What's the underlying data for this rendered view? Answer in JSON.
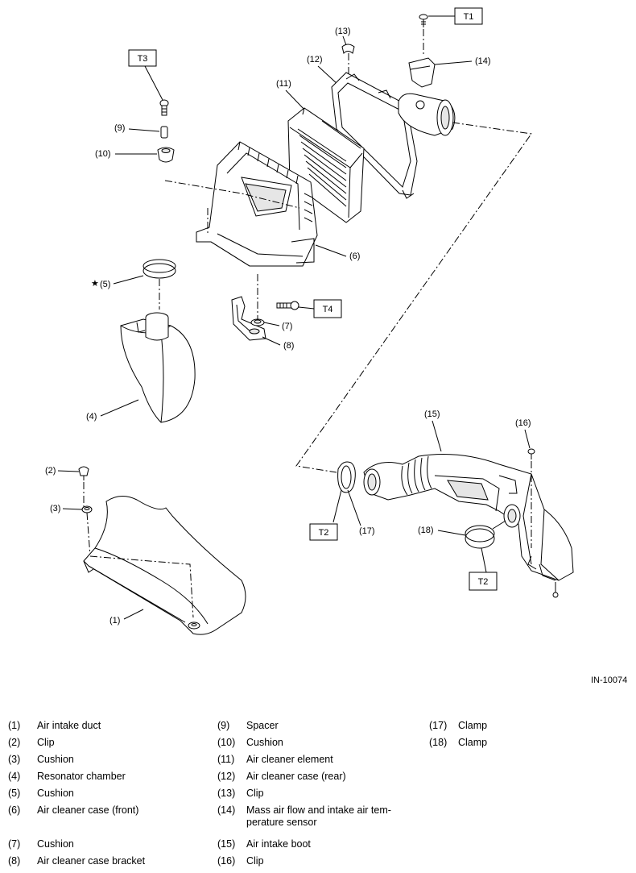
{
  "figure_id": "IN-10074",
  "labels": {
    "p1": "(1)",
    "p2": "(2)",
    "p3": "(3)",
    "p4": "(4)",
    "p5": "(5)",
    "p5star": "★",
    "p6": "(6)",
    "p7": "(7)",
    "p8": "(8)",
    "p9": "(9)",
    "p10": "(10)",
    "p11": "(11)",
    "p12": "(12)",
    "p13": "(13)",
    "p14": "(14)",
    "p15": "(15)",
    "p16": "(16)",
    "p17": "(17)",
    "p18": "(18)"
  },
  "torque_tags": {
    "t1": "T1",
    "t2a": "T2",
    "t2b": "T2",
    "t3": "T3",
    "t4": "T4"
  },
  "legend": [
    {
      "num": "(1)",
      "name": "Air intake duct"
    },
    {
      "num": "(2)",
      "name": "Clip"
    },
    {
      "num": "(3)",
      "name": "Cushion"
    },
    {
      "num": "(4)",
      "name": "Resonator chamber"
    },
    {
      "num": "(5)",
      "name": "Cushion"
    },
    {
      "num": "(6)",
      "name": "Air cleaner case (front)"
    },
    {
      "num": "(7)",
      "name": "Cushion"
    },
    {
      "num": "(8)",
      "name": "Air cleaner case bracket"
    },
    {
      "num": "(9)",
      "name": "Spacer"
    },
    {
      "num": "(10)",
      "name": "Cushion"
    },
    {
      "num": "(11)",
      "name": "Air cleaner element"
    },
    {
      "num": "(12)",
      "name": "Air cleaner case (rear)"
    },
    {
      "num": "(13)",
      "name": "Clip"
    },
    {
      "num": "(14)",
      "name": "Mass air flow and intake air tem-\nperature sensor"
    },
    {
      "num": "(15)",
      "name": "Air intake boot"
    },
    {
      "num": "(16)",
      "name": "Clip"
    },
    {
      "num": "(17)",
      "name": "Clamp"
    },
    {
      "num": "(18)",
      "name": "Clamp"
    }
  ]
}
